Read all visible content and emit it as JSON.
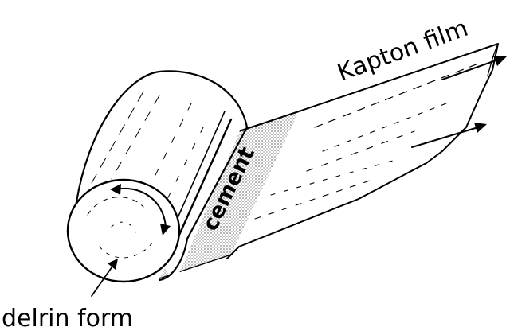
{
  "labels": {
    "kapton_film": "Kapton film",
    "cement": "cement",
    "delrin_form": "delrin form"
  },
  "colors": {
    "ink": "#000000",
    "paper": "#ffffff"
  }
}
